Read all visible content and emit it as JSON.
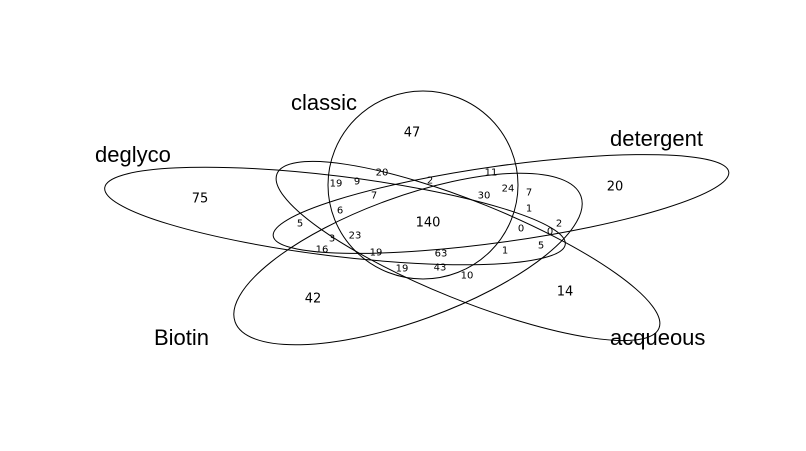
{
  "diagram": {
    "type": "five-set venn diagram",
    "sets": [
      {
        "id": "classic",
        "label": "classic"
      },
      {
        "id": "detergent",
        "label": "detergent"
      },
      {
        "id": "deglyco",
        "label": "deglyco"
      },
      {
        "id": "biotin",
        "label": "Biotin"
      },
      {
        "id": "acqueous",
        "label": "acqueous"
      }
    ],
    "counts": [
      {
        "id": "classic-only",
        "value": "47"
      },
      {
        "id": "deglyco-only",
        "value": "75"
      },
      {
        "id": "detergent-only",
        "value": "20"
      },
      {
        "id": "biotin-only",
        "value": "42"
      },
      {
        "id": "acqueous-only",
        "value": "14"
      },
      {
        "id": "core",
        "value": "140"
      },
      {
        "id": "r19a",
        "value": "19"
      },
      {
        "id": "r9",
        "value": "9"
      },
      {
        "id": "r20",
        "value": "20"
      },
      {
        "id": "r2a",
        "value": "2"
      },
      {
        "id": "r11",
        "value": "11"
      },
      {
        "id": "r24",
        "value": "24"
      },
      {
        "id": "r7a",
        "value": "7"
      },
      {
        "id": "r30",
        "value": "30"
      },
      {
        "id": "r7b",
        "value": "7"
      },
      {
        "id": "r1a",
        "value": "1"
      },
      {
        "id": "r6",
        "value": "6"
      },
      {
        "id": "r5a",
        "value": "5"
      },
      {
        "id": "r0a",
        "value": "0"
      },
      {
        "id": "r2b",
        "value": "2"
      },
      {
        "id": "r0b",
        "value": "0"
      },
      {
        "id": "r3",
        "value": "3"
      },
      {
        "id": "r23",
        "value": "23"
      },
      {
        "id": "r5b",
        "value": "5"
      },
      {
        "id": "r16",
        "value": "16"
      },
      {
        "id": "r19b",
        "value": "19"
      },
      {
        "id": "r63",
        "value": "63"
      },
      {
        "id": "r1b",
        "value": "1"
      },
      {
        "id": "r19c",
        "value": "19"
      },
      {
        "id": "r43",
        "value": "43"
      },
      {
        "id": "r10",
        "value": "10"
      }
    ]
  }
}
